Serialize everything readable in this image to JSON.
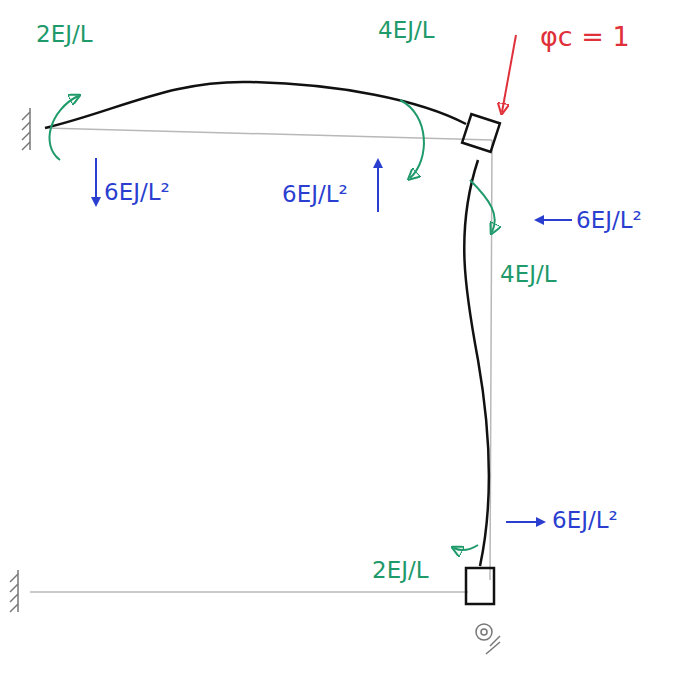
{
  "diagram": {
    "labels": [
      "2EJ/L",
      "4EJ/L",
      "φc = 1",
      "6EJ/L²",
      "6EJ/L²",
      "6EJ/L²",
      "4EJ/L",
      "2EJ/L",
      "6EJ/L²"
    ]
  }
}
